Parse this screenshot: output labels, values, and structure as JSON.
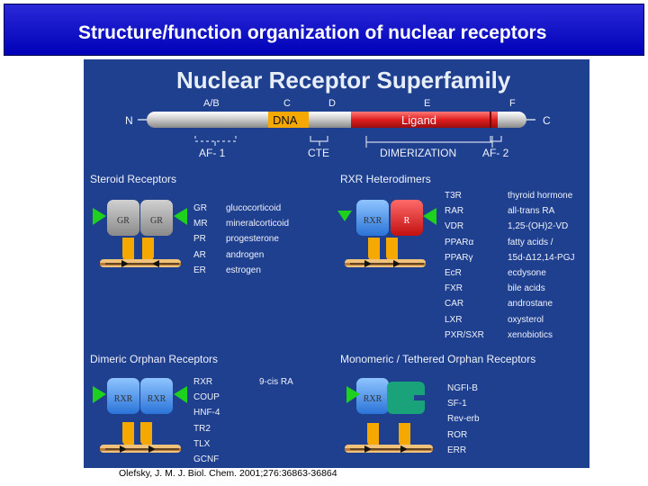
{
  "title": "Structure/function organization of nuclear receptors",
  "diagram": {
    "heading": "Nuclear Receptor Superfamily",
    "domains": {
      "n_term": "N",
      "c_term": "C",
      "labels": [
        "A/B",
        "C",
        "D",
        "E",
        "F"
      ],
      "dna": "DNA",
      "ligand": "Ligand",
      "af1": "AF- 1",
      "cte": "CTE",
      "dimerization": "DIMERIZATION",
      "af2": "AF- 2"
    },
    "steroid": {
      "heading": "Steroid Receptors",
      "box_left": "GR",
      "box_right": "GR",
      "receptors": [
        "GR",
        "MR",
        "PR",
        "AR",
        "ER"
      ],
      "ligands": [
        "glucocorticoid",
        "mineralcorticoid",
        "progesterone",
        "androgen",
        "estrogen"
      ]
    },
    "rxr_het": {
      "heading": "RXR Heterodimers",
      "box_left": "RXR",
      "box_right": "R",
      "receptors": [
        "T3R",
        "RAR",
        "VDR",
        "PPARα",
        "PPARγ",
        "EcR",
        "FXR",
        "CAR",
        "LXR",
        "PXR/SXR"
      ],
      "ligands": [
        "thyroid hormone",
        "all-trans RA",
        "1,25-(OH)2-VD",
        "fatty acids /",
        "15d-Δ12,14-PGJ",
        "ecdysone",
        "bile acids",
        "androstane",
        "oxysterol",
        "xenobiotics"
      ]
    },
    "dimeric_orphan": {
      "heading": "Dimeric Orphan Receptors",
      "box_left": "RXR",
      "box_right": "RXR",
      "receptors": [
        "RXR",
        "COUP",
        "HNF-4",
        "TR2",
        "TLX",
        "GCNF"
      ],
      "ligand": "9-cis RA"
    },
    "monomeric": {
      "heading": "Monomeric / Tethered Orphan Receptors",
      "box_left": "RXR",
      "receptors": [
        "NGFI-B",
        "SF-1",
        "Rev-erb",
        "ROR",
        "ERR"
      ]
    }
  },
  "citation": "Olefsky, J. M. J. Biol. Chem. 2001;276:36863-36864",
  "colors": {
    "title_bar": "#0000c8",
    "panel": "#1f3f8f",
    "ligand": "#e01e1e",
    "dna": "#f5a800",
    "green": "#1fd11f",
    "rxr_blue": "#3a8ef0",
    "gr_gray": "#9a9a9a",
    "teal": "#1aa37a"
  }
}
